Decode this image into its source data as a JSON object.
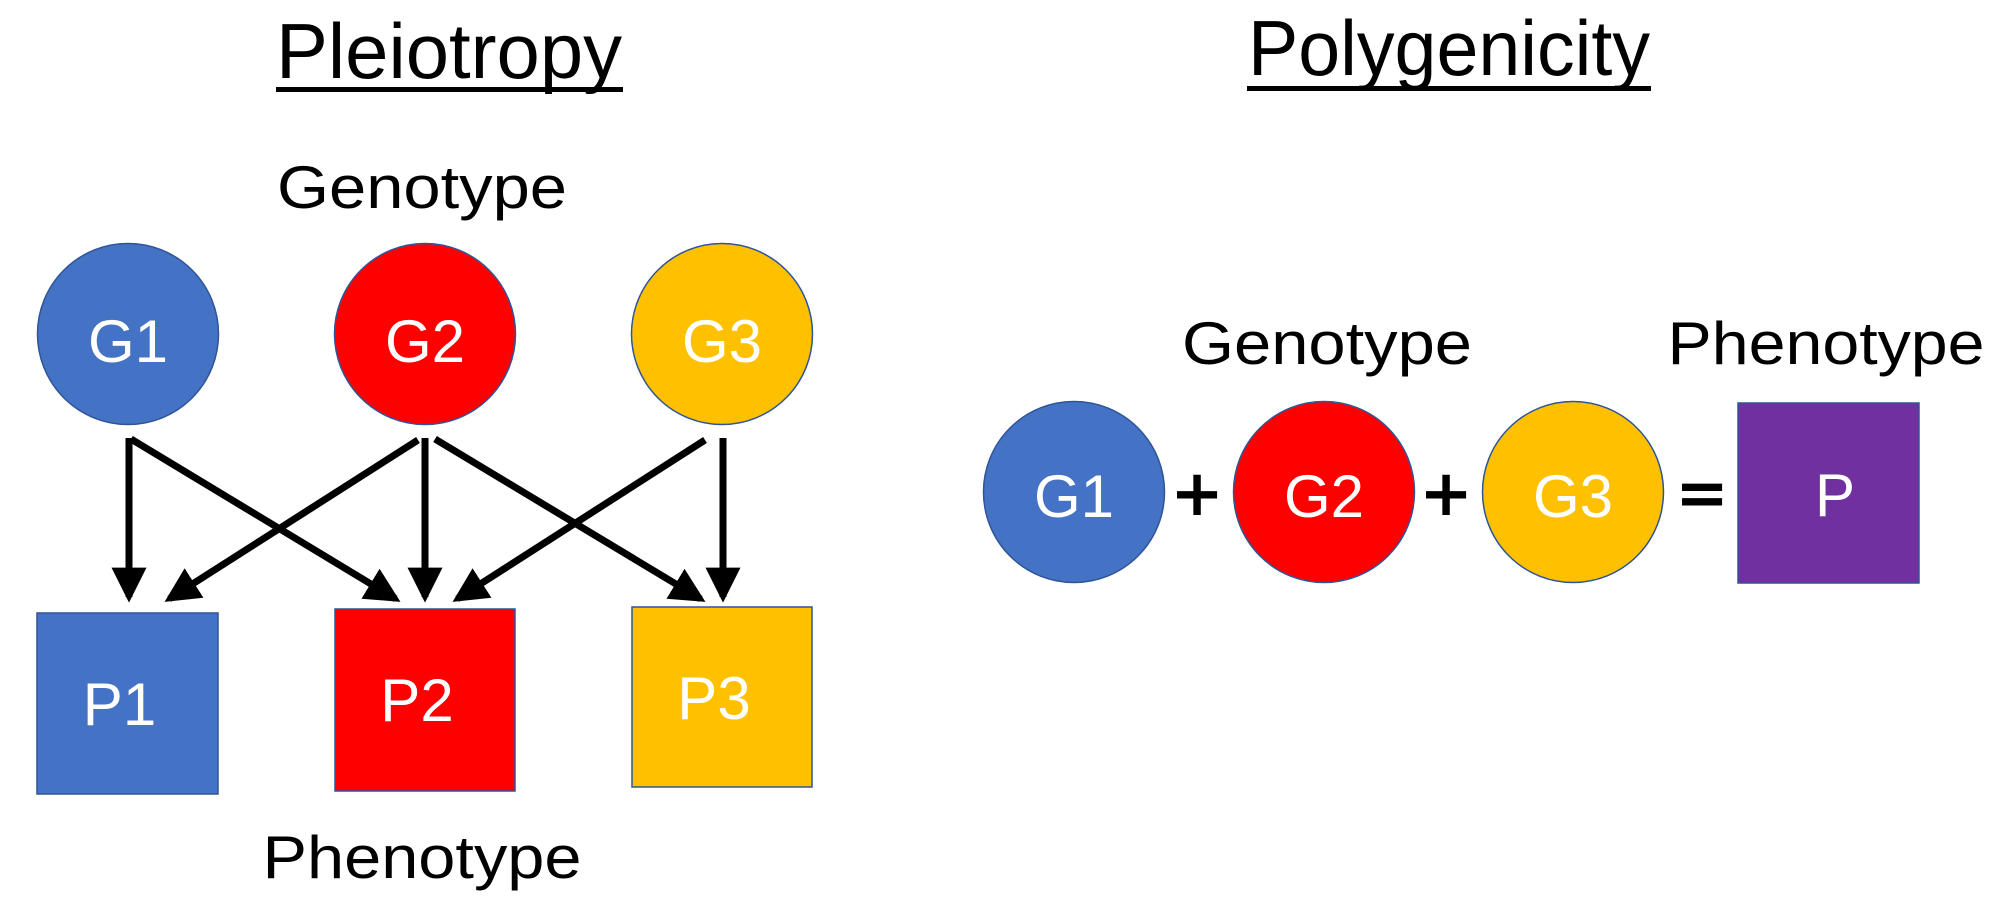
{
  "colors": {
    "blue": "#4472C4",
    "red": "#FF0000",
    "yellow": "#FFC000",
    "purple": "#7030A0",
    "outline": "#2F5597",
    "arrow": "#000000",
    "text_on_node": "#FFFFFF"
  },
  "pleiotropy": {
    "title": "Pleiotropy",
    "genotype_label": "Genotype",
    "phenotype_label": "Phenotype",
    "genes": [
      {
        "id": "G1",
        "label": "G1",
        "color": "blue"
      },
      {
        "id": "G2",
        "label": "G2",
        "color": "red"
      },
      {
        "id": "G3",
        "label": "G3",
        "color": "yellow"
      }
    ],
    "phenotypes": [
      {
        "id": "P1",
        "label": "P1",
        "color": "blue"
      },
      {
        "id": "P2",
        "label": "P2",
        "color": "red"
      },
      {
        "id": "P3",
        "label": "P3",
        "color": "yellow"
      }
    ],
    "edges": [
      {
        "from": "G1",
        "to": "P1"
      },
      {
        "from": "G1",
        "to": "P2"
      },
      {
        "from": "G2",
        "to": "P1"
      },
      {
        "from": "G2",
        "to": "P2"
      },
      {
        "from": "G2",
        "to": "P3"
      },
      {
        "from": "G3",
        "to": "P2"
      },
      {
        "from": "G3",
        "to": "P3"
      }
    ]
  },
  "polygenicity": {
    "title": "Polygenicity",
    "genotype_label": "Genotype",
    "phenotype_label": "Phenotype",
    "genes": [
      {
        "id": "G1",
        "label": "G1",
        "color": "blue"
      },
      {
        "id": "G2",
        "label": "G2",
        "color": "red"
      },
      {
        "id": "G3",
        "label": "G3",
        "color": "yellow"
      }
    ],
    "operators": [
      "+",
      "+",
      "="
    ],
    "phenotype": {
      "id": "P",
      "label": "P",
      "color": "purple"
    }
  }
}
